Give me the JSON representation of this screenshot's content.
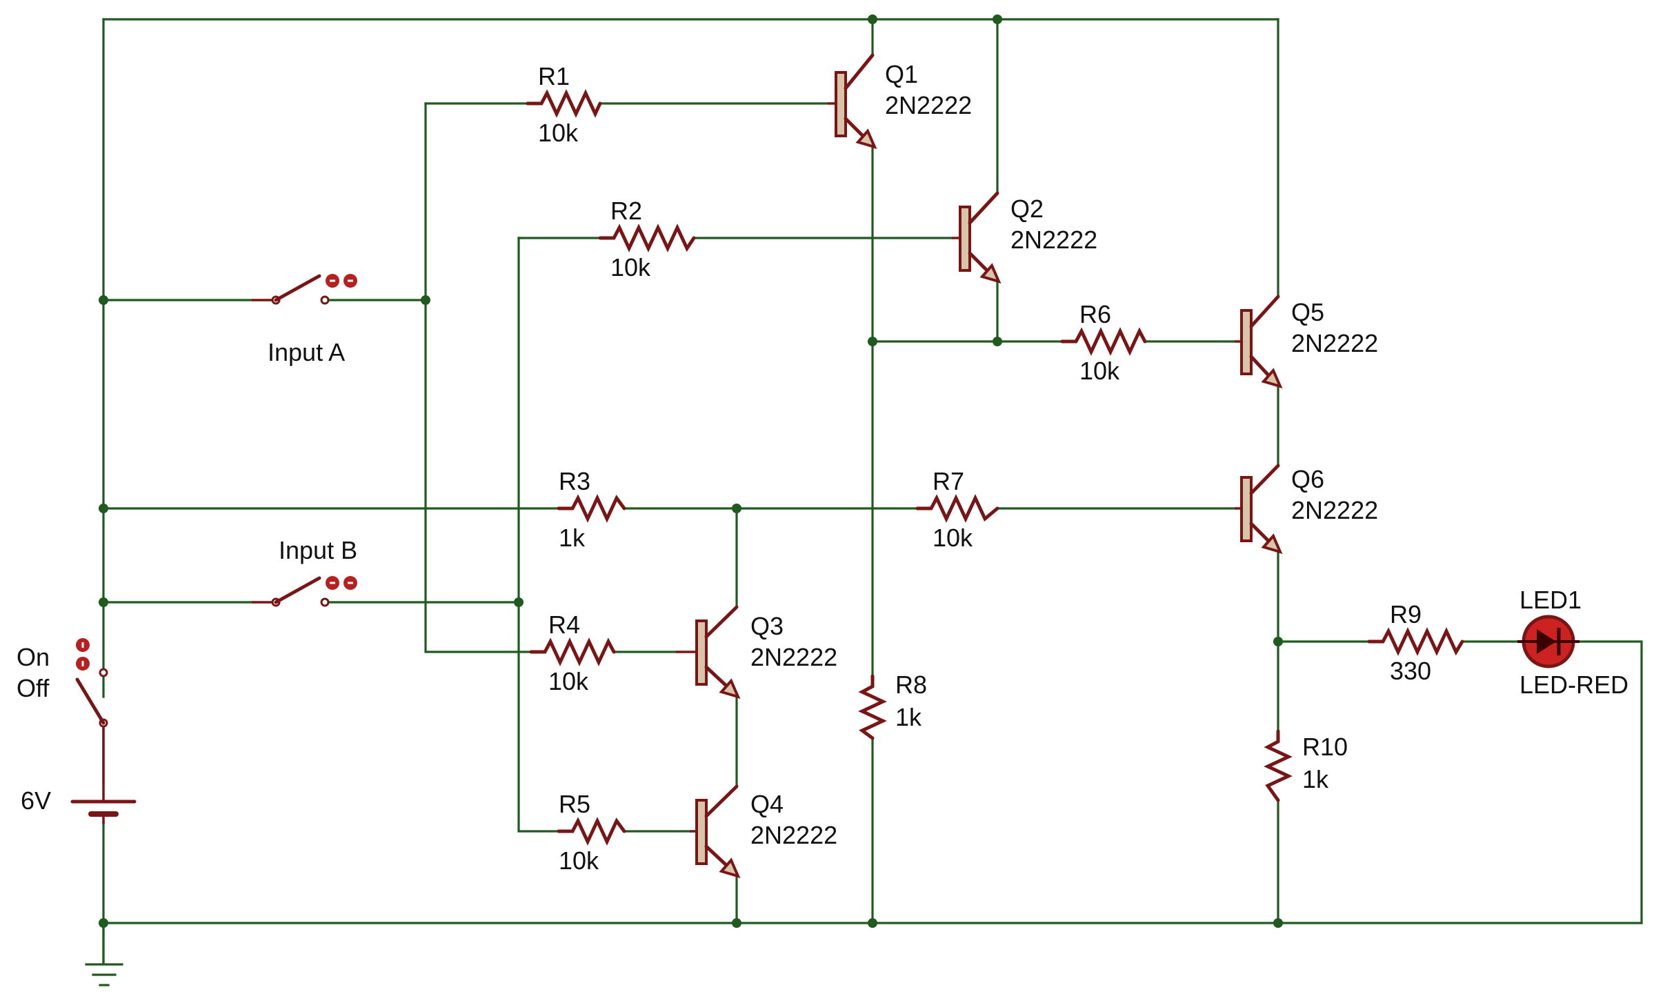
{
  "colors": {
    "wire": "#1f5a1f",
    "component": "#7a1515",
    "body_fill": "#d8c4a8",
    "led": "#cc2222"
  },
  "resistors": [
    {
      "ref": "R1",
      "value": "10k"
    },
    {
      "ref": "R2",
      "value": "10k"
    },
    {
      "ref": "R3",
      "value": "1k"
    },
    {
      "ref": "R4",
      "value": "10k"
    },
    {
      "ref": "R5",
      "value": "10k"
    },
    {
      "ref": "R6",
      "value": "10k"
    },
    {
      "ref": "R7",
      "value": "10k"
    },
    {
      "ref": "R8",
      "value": "1k"
    },
    {
      "ref": "R9",
      "value": "330"
    },
    {
      "ref": "R10",
      "value": "1k"
    }
  ],
  "transistors": [
    {
      "ref": "Q1",
      "part": "2N2222"
    },
    {
      "ref": "Q2",
      "part": "2N2222"
    },
    {
      "ref": "Q3",
      "part": "2N2222"
    },
    {
      "ref": "Q4",
      "part": "2N2222"
    },
    {
      "ref": "Q5",
      "part": "2N2222"
    },
    {
      "ref": "Q6",
      "part": "2N2222"
    }
  ],
  "switches": {
    "input_a": "Input A",
    "input_b": "Input B",
    "power_on": "On",
    "power_off": "Off"
  },
  "battery": {
    "voltage": "6V"
  },
  "led": {
    "ref": "LED1",
    "part": "LED-RED"
  }
}
